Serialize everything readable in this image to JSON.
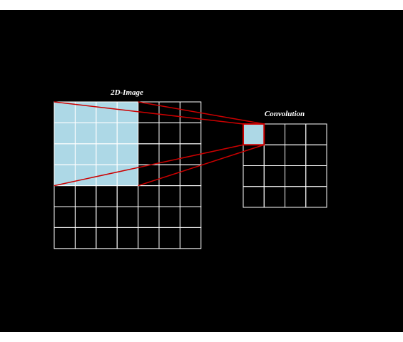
{
  "labels": {
    "image": "2D-Image",
    "convolution": "Convolution"
  },
  "image_grid": {
    "rows": 7,
    "cols": 7,
    "receptive_field": {
      "rows": 4,
      "cols": 4
    }
  },
  "conv_grid": {
    "rows": 4,
    "cols": 4,
    "highlight_cell": {
      "row": 0,
      "col": 0
    }
  },
  "colors": {
    "background": "#000000",
    "grid_line": "#ffffff",
    "highlight_fill": "#add8e6",
    "connector": "#cc0000"
  }
}
